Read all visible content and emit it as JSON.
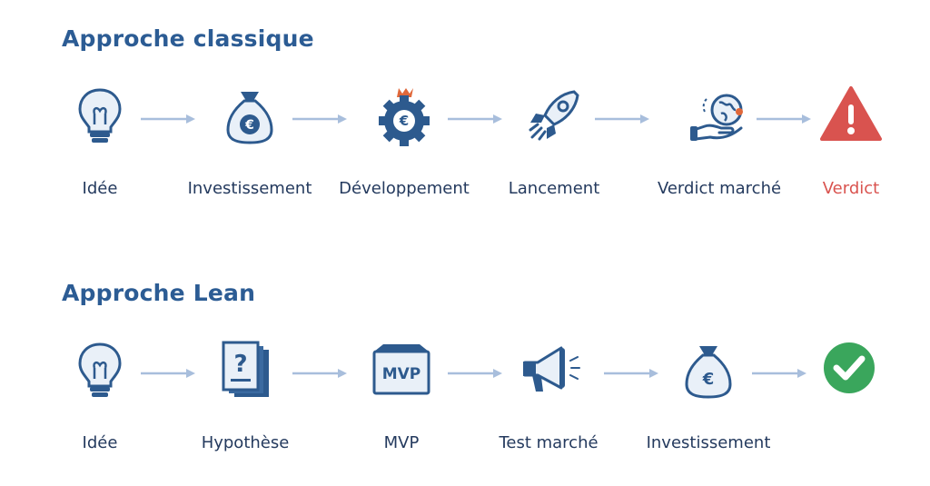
{
  "sections": [
    {
      "title": "Approche classique",
      "steps": [
        {
          "label": "Idée",
          "icon": "lightbulb-icon"
        },
        {
          "label": "Investissement",
          "icon": "money-bag-euro-icon"
        },
        {
          "label": "Développement",
          "icon": "gear-euro-icon"
        },
        {
          "label": "Lancement",
          "icon": "rocket-icon"
        },
        {
          "label": "Verdict marché",
          "icon": "globe-hand-icon"
        },
        {
          "label": "Verdict",
          "icon": "warning-triangle-icon"
        }
      ]
    },
    {
      "title": "Approche Lean",
      "steps": [
        {
          "label": "Idée",
          "icon": "lightbulb-icon"
        },
        {
          "label": "Hypothèse",
          "icon": "question-document-icon"
        },
        {
          "label": "MVP",
          "icon": "mvp-box-icon",
          "icon_text": "MVP"
        },
        {
          "label": "Test marché",
          "icon": "megaphone-icon"
        },
        {
          "label": "Investissement",
          "icon": "money-bag-euro-icon"
        },
        {
          "label": "",
          "icon": "check-circle-icon"
        }
      ]
    }
  ],
  "colors": {
    "title": "#2c5c94",
    "icon_stroke": "#2d5a8e",
    "label": "#243a5e",
    "arrow": "#a8bedc",
    "warning": "#d9534f",
    "success": "#3aa65c",
    "accent_orange": "#e0683a"
  }
}
